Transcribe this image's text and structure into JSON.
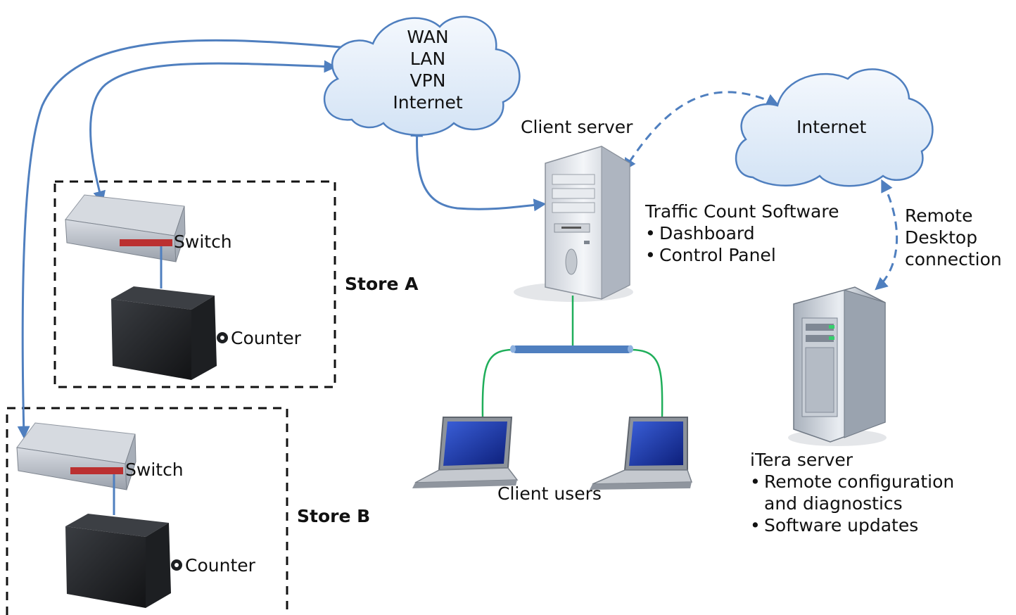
{
  "clouds": {
    "network": {
      "lines": [
        "WAN",
        "LAN",
        "VPN",
        "Internet"
      ]
    },
    "internet": {
      "label": "Internet"
    }
  },
  "client_server": {
    "title": "Client server",
    "software_title": "Traffic Count Software",
    "features": [
      "Dashboard",
      "Control Panel"
    ]
  },
  "remote_connection": {
    "lines": [
      "Remote",
      "Desktop",
      "connection"
    ]
  },
  "itera_server": {
    "title": "iTera server",
    "features": [
      "Remote configuration",
      "and diagnostics",
      "Software updates"
    ]
  },
  "client_users": {
    "label": "Client users"
  },
  "stores": [
    {
      "name": "Store A",
      "switch_label": "Switch",
      "counter_label": "Counter"
    },
    {
      "name": "Store B",
      "switch_label": "Switch",
      "counter_label": "Counter"
    }
  ],
  "colors": {
    "link_blue": "#4f7fbf",
    "lan_green": "#1fae5a",
    "cloud_fill": "#e6f0fb",
    "cloud_stroke": "#4f7fbf",
    "dash_border": "#111111"
  }
}
